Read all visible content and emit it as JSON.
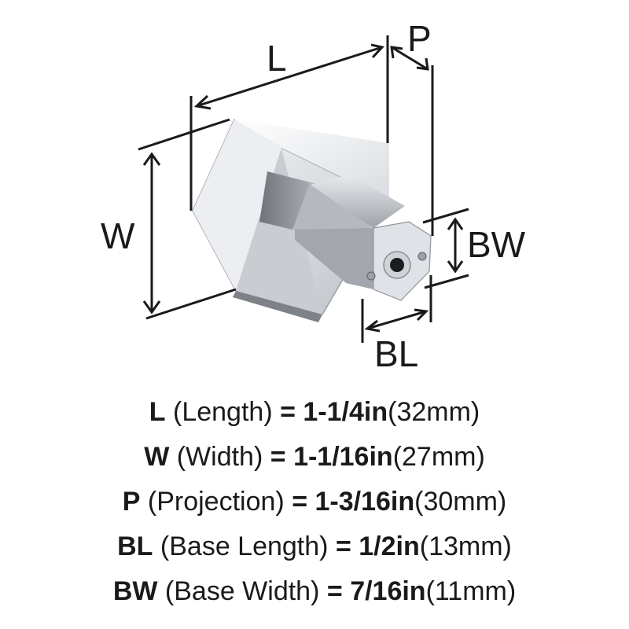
{
  "diagram": {
    "labels": {
      "L": "L",
      "W": "W",
      "P": "P",
      "BW": "BW",
      "BL": "BL"
    },
    "colors": {
      "chrome_light": "#f2f3f5",
      "chrome_mid": "#c5c8cd",
      "chrome_dark": "#8a8e95",
      "line": "#1a1a1a"
    }
  },
  "specs": [
    {
      "code": "L",
      "name": "(Length)",
      "eq": "=",
      "imperial": "1-1/4in",
      "metric": "(32mm)"
    },
    {
      "code": "W",
      "name": "(Width)",
      "eq": "=",
      "imperial": "1-1/16in",
      "metric": "(27mm)"
    },
    {
      "code": "P",
      "name": "(Projection)",
      "eq": "=",
      "imperial": "1-3/16in",
      "metric": "(30mm)"
    },
    {
      "code": "BL",
      "name": "(Base Length)",
      "eq": "=",
      "imperial": "1/2in",
      "metric": "(13mm)"
    },
    {
      "code": "BW",
      "name": "(Base Width)",
      "eq": "=",
      "imperial": "7/16in",
      "metric": "(11mm)"
    }
  ]
}
